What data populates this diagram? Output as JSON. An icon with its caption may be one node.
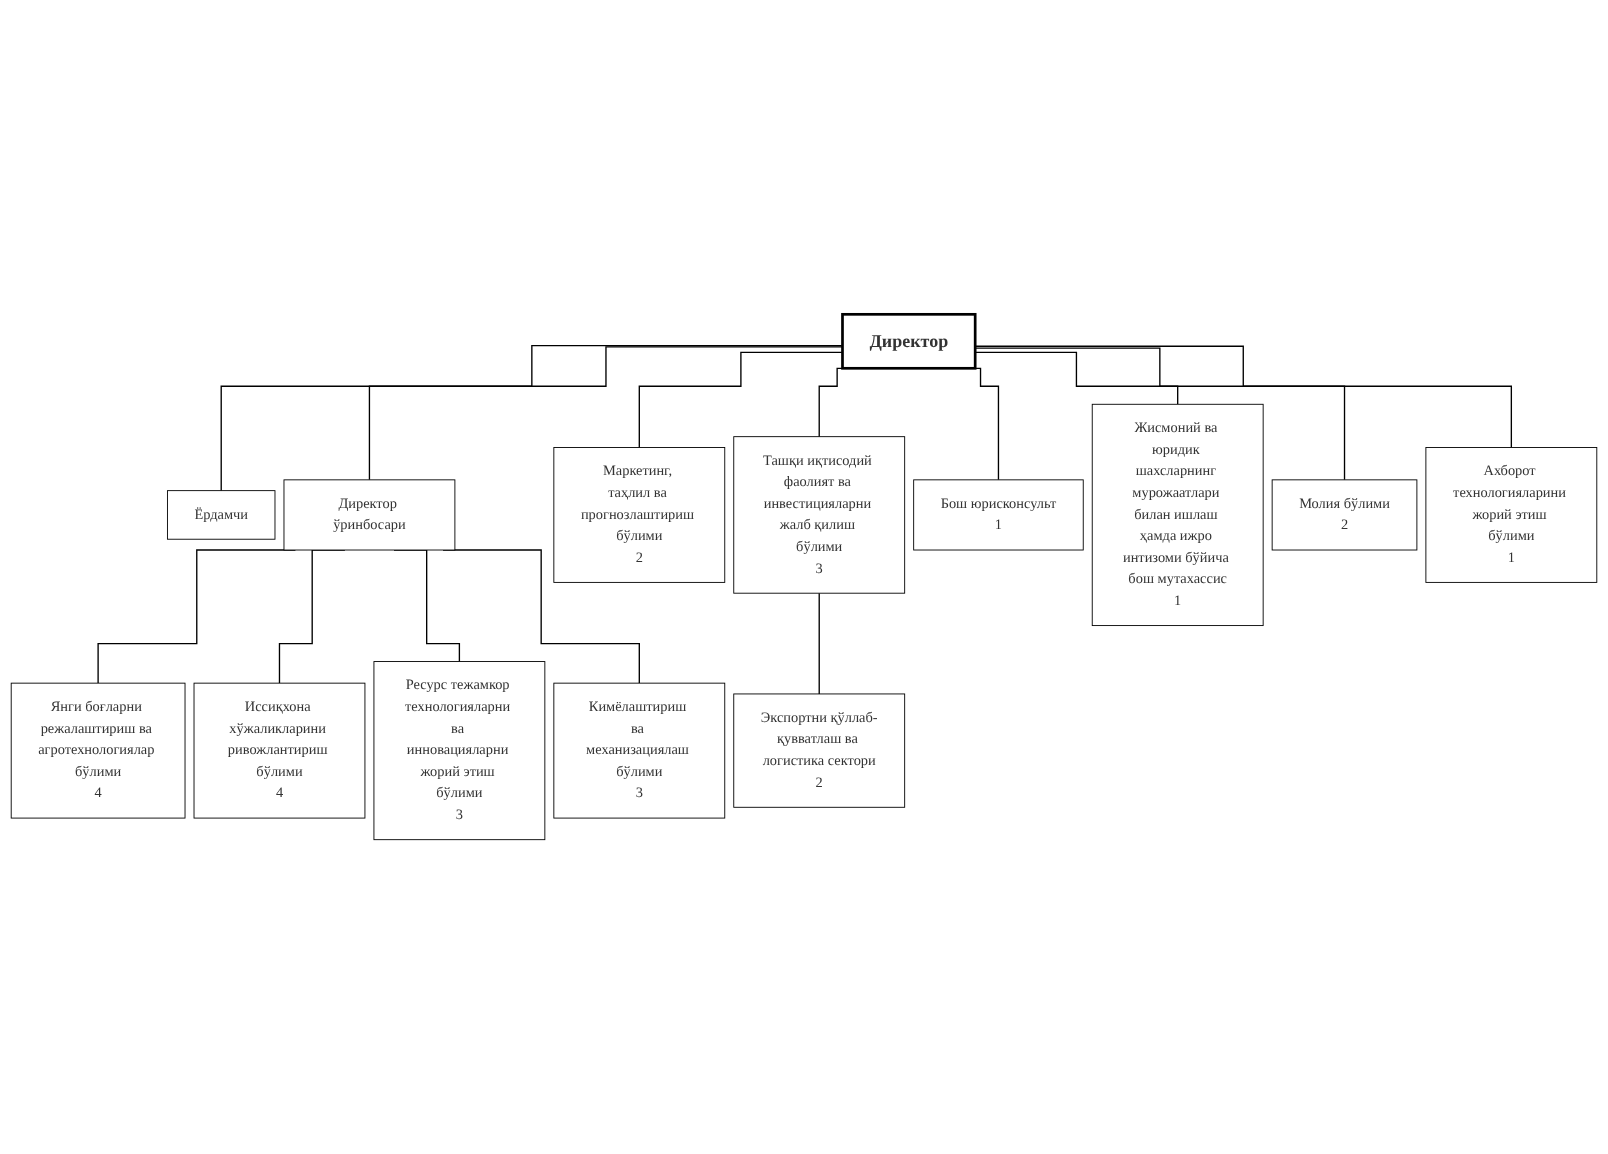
{
  "diagram": {
    "nodes": [
      {
        "text": [
          "Директор"
        ]
      },
      {
        "text": [
          "Ёрдамчи"
        ]
      },
      {
        "text": [
          "Директор ўринбосари"
        ]
      },
      {
        "text": [
          "Янги боғларни режалаштириш ва агротехнологиялар бўлими",
          "4"
        ]
      },
      {
        "text": [
          "Иссиқхона хўжаликларини ривожлантириш бўлими",
          "4"
        ]
      },
      {
        "text": [
          "Ресурс тежамкор технологияларни ва инновацияларни жорий этиш бўлими",
          "3"
        ]
      },
      {
        "text": [
          "Кимёлаштириш ва механизациялаш бўлими",
          "3"
        ]
      },
      {
        "text": [
          "Маркетинг, таҳлил ва прогнозлаштириш бўлими",
          "2"
        ]
      },
      {
        "text": [
          "Ташқи иқтисодий фаолият ва инвестицияларни жалб қилиш бўлими",
          "3"
        ]
      },
      {
        "text": [
          "Экспортни қўллаб-қувватлаш ва логистика сектори",
          "2"
        ]
      },
      {
        "text": [
          "Бош юрисконсульт",
          "1"
        ]
      },
      {
        "text": [
          "Жисмоний ва юридик шахсларнинг мурожаатлари билан ишлаш ҳамда ижро интизоми бўйича бош мутахассис",
          "1"
        ]
      },
      {
        "text": [
          "Молия бўлими",
          "2"
        ]
      },
      {
        "text": [
          "Ахборот технологияларини жорий этиш бўлими",
          "1"
        ]
      }
    ],
    "edges": [
      {
        "from": 0,
        "to": 1,
        "arrow": "none"
      },
      {
        "from": 0,
        "to": 2,
        "arrow": "none"
      },
      {
        "from": 2,
        "to": 3,
        "arrow": "none"
      },
      {
        "from": 2,
        "to": 4,
        "arrow": "none"
      },
      {
        "from": 2,
        "to": 5,
        "arrow": "none"
      },
      {
        "from": 2,
        "to": 6,
        "arrow": "none"
      },
      {
        "from": 0,
        "to": 7,
        "arrow": "none"
      },
      {
        "from": 0,
        "to": 8,
        "arrow": "none"
      },
      {
        "from": 8,
        "to": 9,
        "arrow": "none"
      },
      {
        "from": 0,
        "to": 10,
        "arrow": "none"
      },
      {
        "from": 0,
        "to": 11,
        "arrow": "none"
      },
      {
        "from": 0,
        "to": 12,
        "arrow": "none"
      },
      {
        "from": 0,
        "to": 13,
        "arrow": "none"
      }
    ]
  }
}
